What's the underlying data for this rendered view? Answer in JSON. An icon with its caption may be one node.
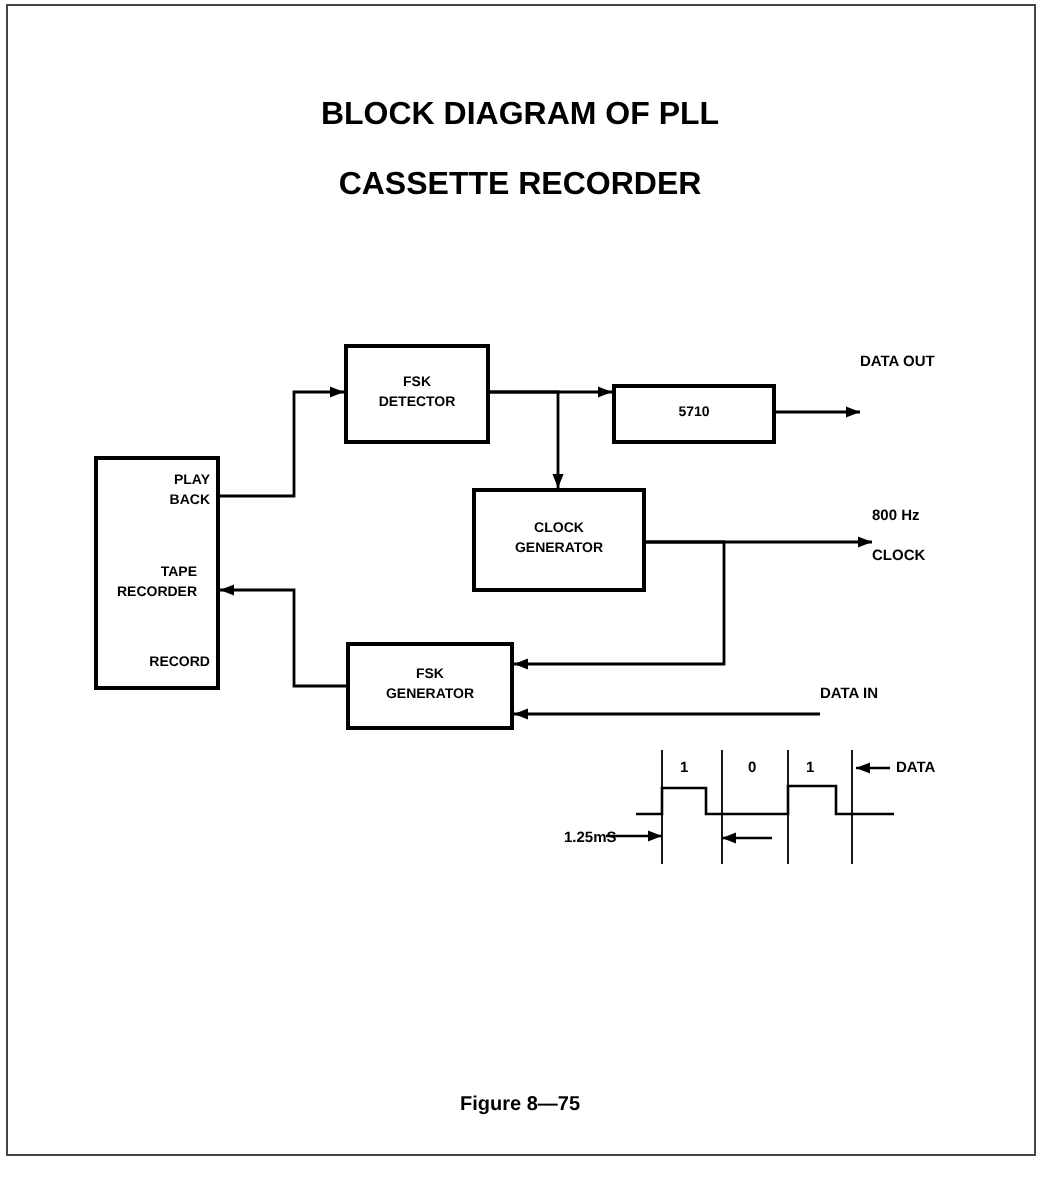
{
  "diagram": {
    "title": "BLOCK DIAGRAM OF PLL CASSETTE RECORDER",
    "caption": "Figure 8—75",
    "nodes": [
      {
        "text": [
          "PLAY BACK",
          "TAPE RECORDER",
          "RECORD"
        ]
      },
      {
        "text": [
          "FSK DETECTOR"
        ]
      },
      {
        "text": [
          "5710"
        ]
      },
      {
        "text": [
          "CLOCK GENERATOR"
        ]
      },
      {
        "text": [
          "FSK GENERATOR"
        ]
      },
      {
        "text": [
          "DATA OUT"
        ]
      },
      {
        "text": [
          "800 Hz",
          "CLOCK"
        ]
      },
      {
        "text": [
          "DATA IN"
        ]
      }
    ],
    "edges": [
      {
        "from": 0,
        "to": 1,
        "arrow": "to"
      },
      {
        "from": 1,
        "to": 2,
        "arrow": "to"
      },
      {
        "from": 1,
        "to": 3,
        "arrow": "to"
      },
      {
        "from": 2,
        "to": 5,
        "arrow": "to"
      },
      {
        "from": 3,
        "to": 6,
        "arrow": "to"
      },
      {
        "from": 3,
        "to": 4,
        "arrow": "to"
      },
      {
        "from": 7,
        "to": 4,
        "arrow": "to"
      },
      {
        "from": 4,
        "to": 0,
        "arrow": "to"
      }
    ],
    "labels": [
      "1",
      "0",
      "1",
      "DATA",
      "1.25mS"
    ]
  }
}
